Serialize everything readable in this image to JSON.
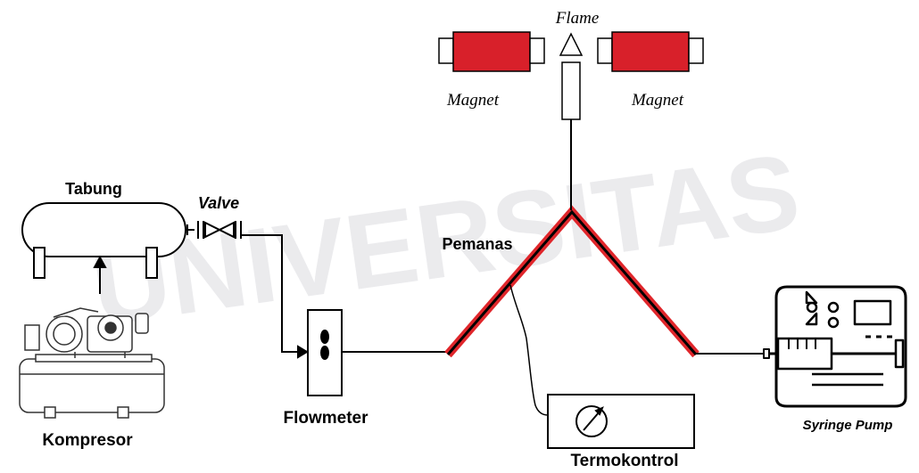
{
  "labels": {
    "tabung": "Tabung",
    "valve": "Valve",
    "kompresor": "Kompresor",
    "flowmeter": "Flowmeter",
    "pemanas": "Pemanas",
    "flame": "Flame",
    "magnet_left": "Magnet",
    "magnet_right": "Magnet",
    "termokontrol": "Termokontrol",
    "syringe_pump": "Syringe Pump"
  },
  "watermark": "UNIVERSITAS",
  "colors": {
    "magnet": "#d8202a",
    "heater": "#e0262b",
    "line": "#000000",
    "watermark": "#e9e9ec"
  }
}
